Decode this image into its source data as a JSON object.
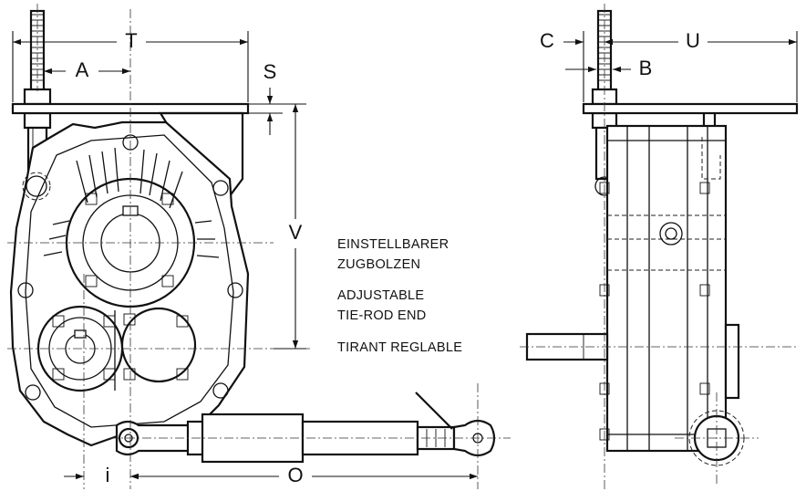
{
  "dimensions": {
    "T": "T",
    "A": "A",
    "S": "S",
    "V": "V",
    "i": "i",
    "O": "O",
    "C": "C",
    "U": "U",
    "B": "B"
  },
  "notes": {
    "de_line1": "EINSTELLBARER",
    "de_line2": "ZUGBOLZEN",
    "en_line1": "ADJUSTABLE",
    "en_line2": "TIE-ROD END",
    "fr": "TIRANT REGLABLE"
  }
}
